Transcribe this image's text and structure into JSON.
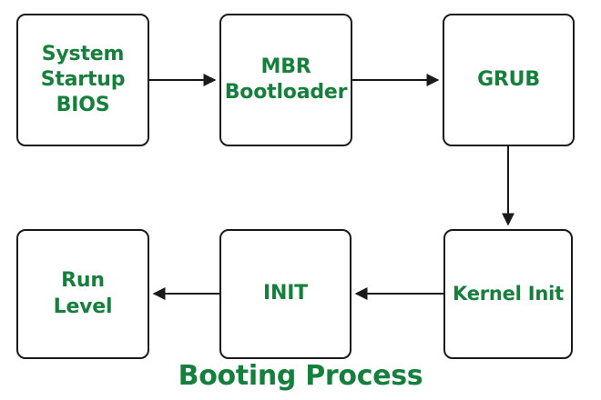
{
  "diagram": {
    "title": "Booting Process",
    "title_color": "#15803c",
    "node_text_color": "#15803c",
    "node_border_color": "#1a1a1a",
    "edge_color": "#1a1a1a",
    "background_color": "#ffffff",
    "type": "flowchart",
    "nodes": [
      {
        "id": "bios",
        "label": "System\nStartup\nBIOS",
        "shape": "rounded-rectangle"
      },
      {
        "id": "mbr",
        "label": "MBR\nBootloader",
        "shape": "rounded-rectangle"
      },
      {
        "id": "grub",
        "label": "GRUB",
        "shape": "rounded-rectangle"
      },
      {
        "id": "kernel",
        "label": "Kernel Init",
        "shape": "rounded-rectangle"
      },
      {
        "id": "init",
        "label": "INIT",
        "shape": "rounded-rectangle"
      },
      {
        "id": "runlevel",
        "label": "Run\nLevel",
        "shape": "rounded-rectangle"
      }
    ],
    "edges": [
      {
        "id": "bios-to-mbr",
        "from": "bios",
        "to": "mbr",
        "direction": "right"
      },
      {
        "id": "mbr-to-grub",
        "from": "mbr",
        "to": "grub",
        "direction": "right"
      },
      {
        "id": "grub-to-kernel",
        "from": "grub",
        "to": "kernel",
        "direction": "down"
      },
      {
        "id": "kernel-to-init",
        "from": "kernel",
        "to": "init",
        "direction": "left"
      },
      {
        "id": "init-to-runlevel",
        "from": "init",
        "to": "runlevel",
        "direction": "left"
      }
    ]
  }
}
